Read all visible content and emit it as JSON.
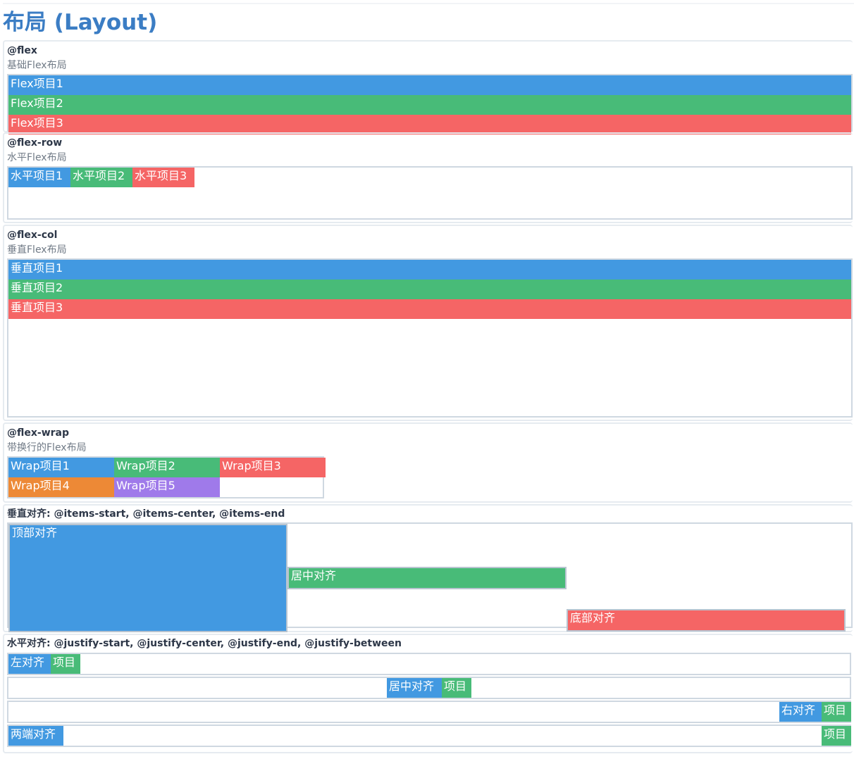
{
  "page": {
    "title": "布局 (Layout)"
  },
  "sections": {
    "flex": {
      "title": "@flex",
      "desc": "基础Flex布局",
      "items": [
        "Flex项目1",
        "Flex项目2",
        "Flex项目3"
      ]
    },
    "flex_row": {
      "title": "@flex-row",
      "desc": "水平Flex布局",
      "items": [
        "水平项目1",
        "水平项目2",
        "水平项目3"
      ]
    },
    "flex_col": {
      "title": "@flex-col",
      "desc": "垂直Flex布局",
      "items": [
        "垂直项目1",
        "垂直项目2",
        "垂直项目3"
      ]
    },
    "flex_wrap": {
      "title": "@flex-wrap",
      "desc": "带换行的Flex布局",
      "items": [
        "Wrap项目1",
        "Wrap项目2",
        "Wrap项目3",
        "Wrap项目4",
        "Wrap项目5"
      ]
    },
    "items_align": {
      "title": "垂直对齐: @items-start, @items-center, @items-end",
      "items": [
        "顶部对齐",
        "居中对齐",
        "底部对齐"
      ]
    },
    "justify": {
      "title": "水平对齐: @justify-start, @justify-center, @justify-end, @justify-between",
      "rows": [
        {
          "label": "左对齐",
          "item": "项目"
        },
        {
          "label": "居中对齐",
          "item": "项目"
        },
        {
          "label": "右对齐",
          "item": "项目"
        },
        {
          "label": "两端对齐",
          "item": "项目"
        }
      ]
    }
  },
  "colors": {
    "blue": "#4299e1",
    "green": "#48bb78",
    "red": "#f56565",
    "orange": "#ed8936",
    "purple": "#9f7aea",
    "title": "#3b7dc4"
  }
}
